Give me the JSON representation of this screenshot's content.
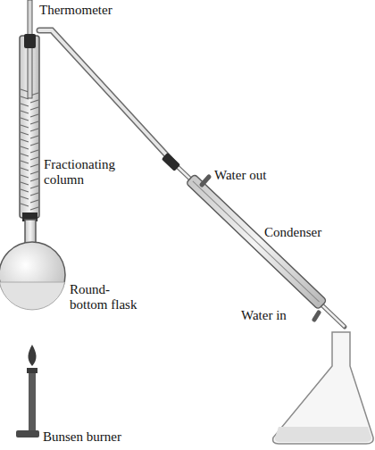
{
  "diagram": {
    "labels": [
      "Thermometer",
      "Fractionating column",
      "Water out",
      "Condenser",
      "Round-bottom flask",
      "Water in",
      "Bunsen burner"
    ]
  }
}
